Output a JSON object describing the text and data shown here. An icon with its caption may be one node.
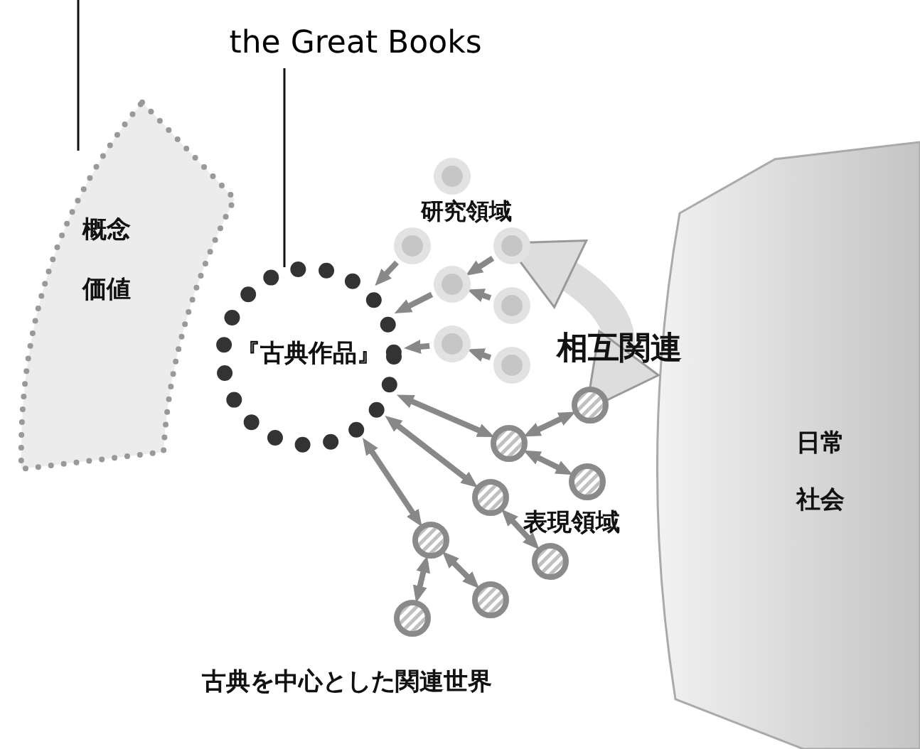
{
  "diagram": {
    "nodes": [
      {
        "text": [
          "概念",
          "価値"
        ]
      },
      {
        "text": [
          "『古典作品』"
        ]
      },
      {
        "text": [
          "日常",
          "社会"
        ]
      },
      {
        "text": [
          "the Great Books"
        ]
      },
      {
        "text": [],
        "shape": "circle"
      },
      {
        "text": [],
        "shape": "circle"
      },
      {
        "text": [],
        "shape": "circle"
      },
      {
        "text": [],
        "shape": "circle"
      },
      {
        "text": [],
        "shape": "circle"
      },
      {
        "text": [],
        "shape": "circle"
      },
      {
        "text": [],
        "shape": "circle"
      },
      {
        "text": [],
        "shape": "circle"
      },
      {
        "text": [],
        "shape": "circle"
      },
      {
        "text": [],
        "shape": "circle"
      },
      {
        "text": [],
        "shape": "circle"
      },
      {
        "text": [],
        "shape": "circle"
      },
      {
        "text": [],
        "shape": "circle"
      },
      {
        "text": [],
        "shape": "circle"
      },
      {
        "text": [],
        "shape": "circle"
      }
    ],
    "edges": [
      {
        "from": null,
        "to": 0,
        "arrow": "none",
        "color": "#111111"
      },
      {
        "from": 3,
        "to": 1,
        "arrow": "none",
        "color": "#111111"
      },
      {
        "from": 6,
        "to": 11,
        "arrow": "both",
        "label": "相互関連",
        "style": "thick",
        "color": "#dddddd"
      },
      {
        "from": 1,
        "to": 12,
        "arrow": "both"
      },
      {
        "from": 12,
        "to": 11,
        "arrow": "both"
      },
      {
        "from": 12,
        "to": 13,
        "arrow": "both"
      },
      {
        "from": 1,
        "to": 14,
        "arrow": "both"
      },
      {
        "from": 14,
        "to": 16,
        "arrow": "both"
      },
      {
        "from": 1,
        "to": 15,
        "arrow": "both"
      },
      {
        "from": 15,
        "to": 18,
        "arrow": "both"
      },
      {
        "from": 15,
        "to": 17,
        "arrow": "both"
      },
      {
        "from": 5,
        "to": 1,
        "arrow": "to"
      },
      {
        "from": 6,
        "to": 7,
        "arrow": "to"
      },
      {
        "from": 7,
        "to": 1,
        "arrow": "to"
      },
      {
        "from": 8,
        "to": 7,
        "arrow": "to"
      },
      {
        "from": 9,
        "to": 1,
        "arrow": "to"
      },
      {
        "from": 10,
        "to": 9,
        "arrow": "to"
      }
    ],
    "labels": [
      "研究領域",
      "表現領域",
      "古典を中心とした関連世界"
    ]
  }
}
